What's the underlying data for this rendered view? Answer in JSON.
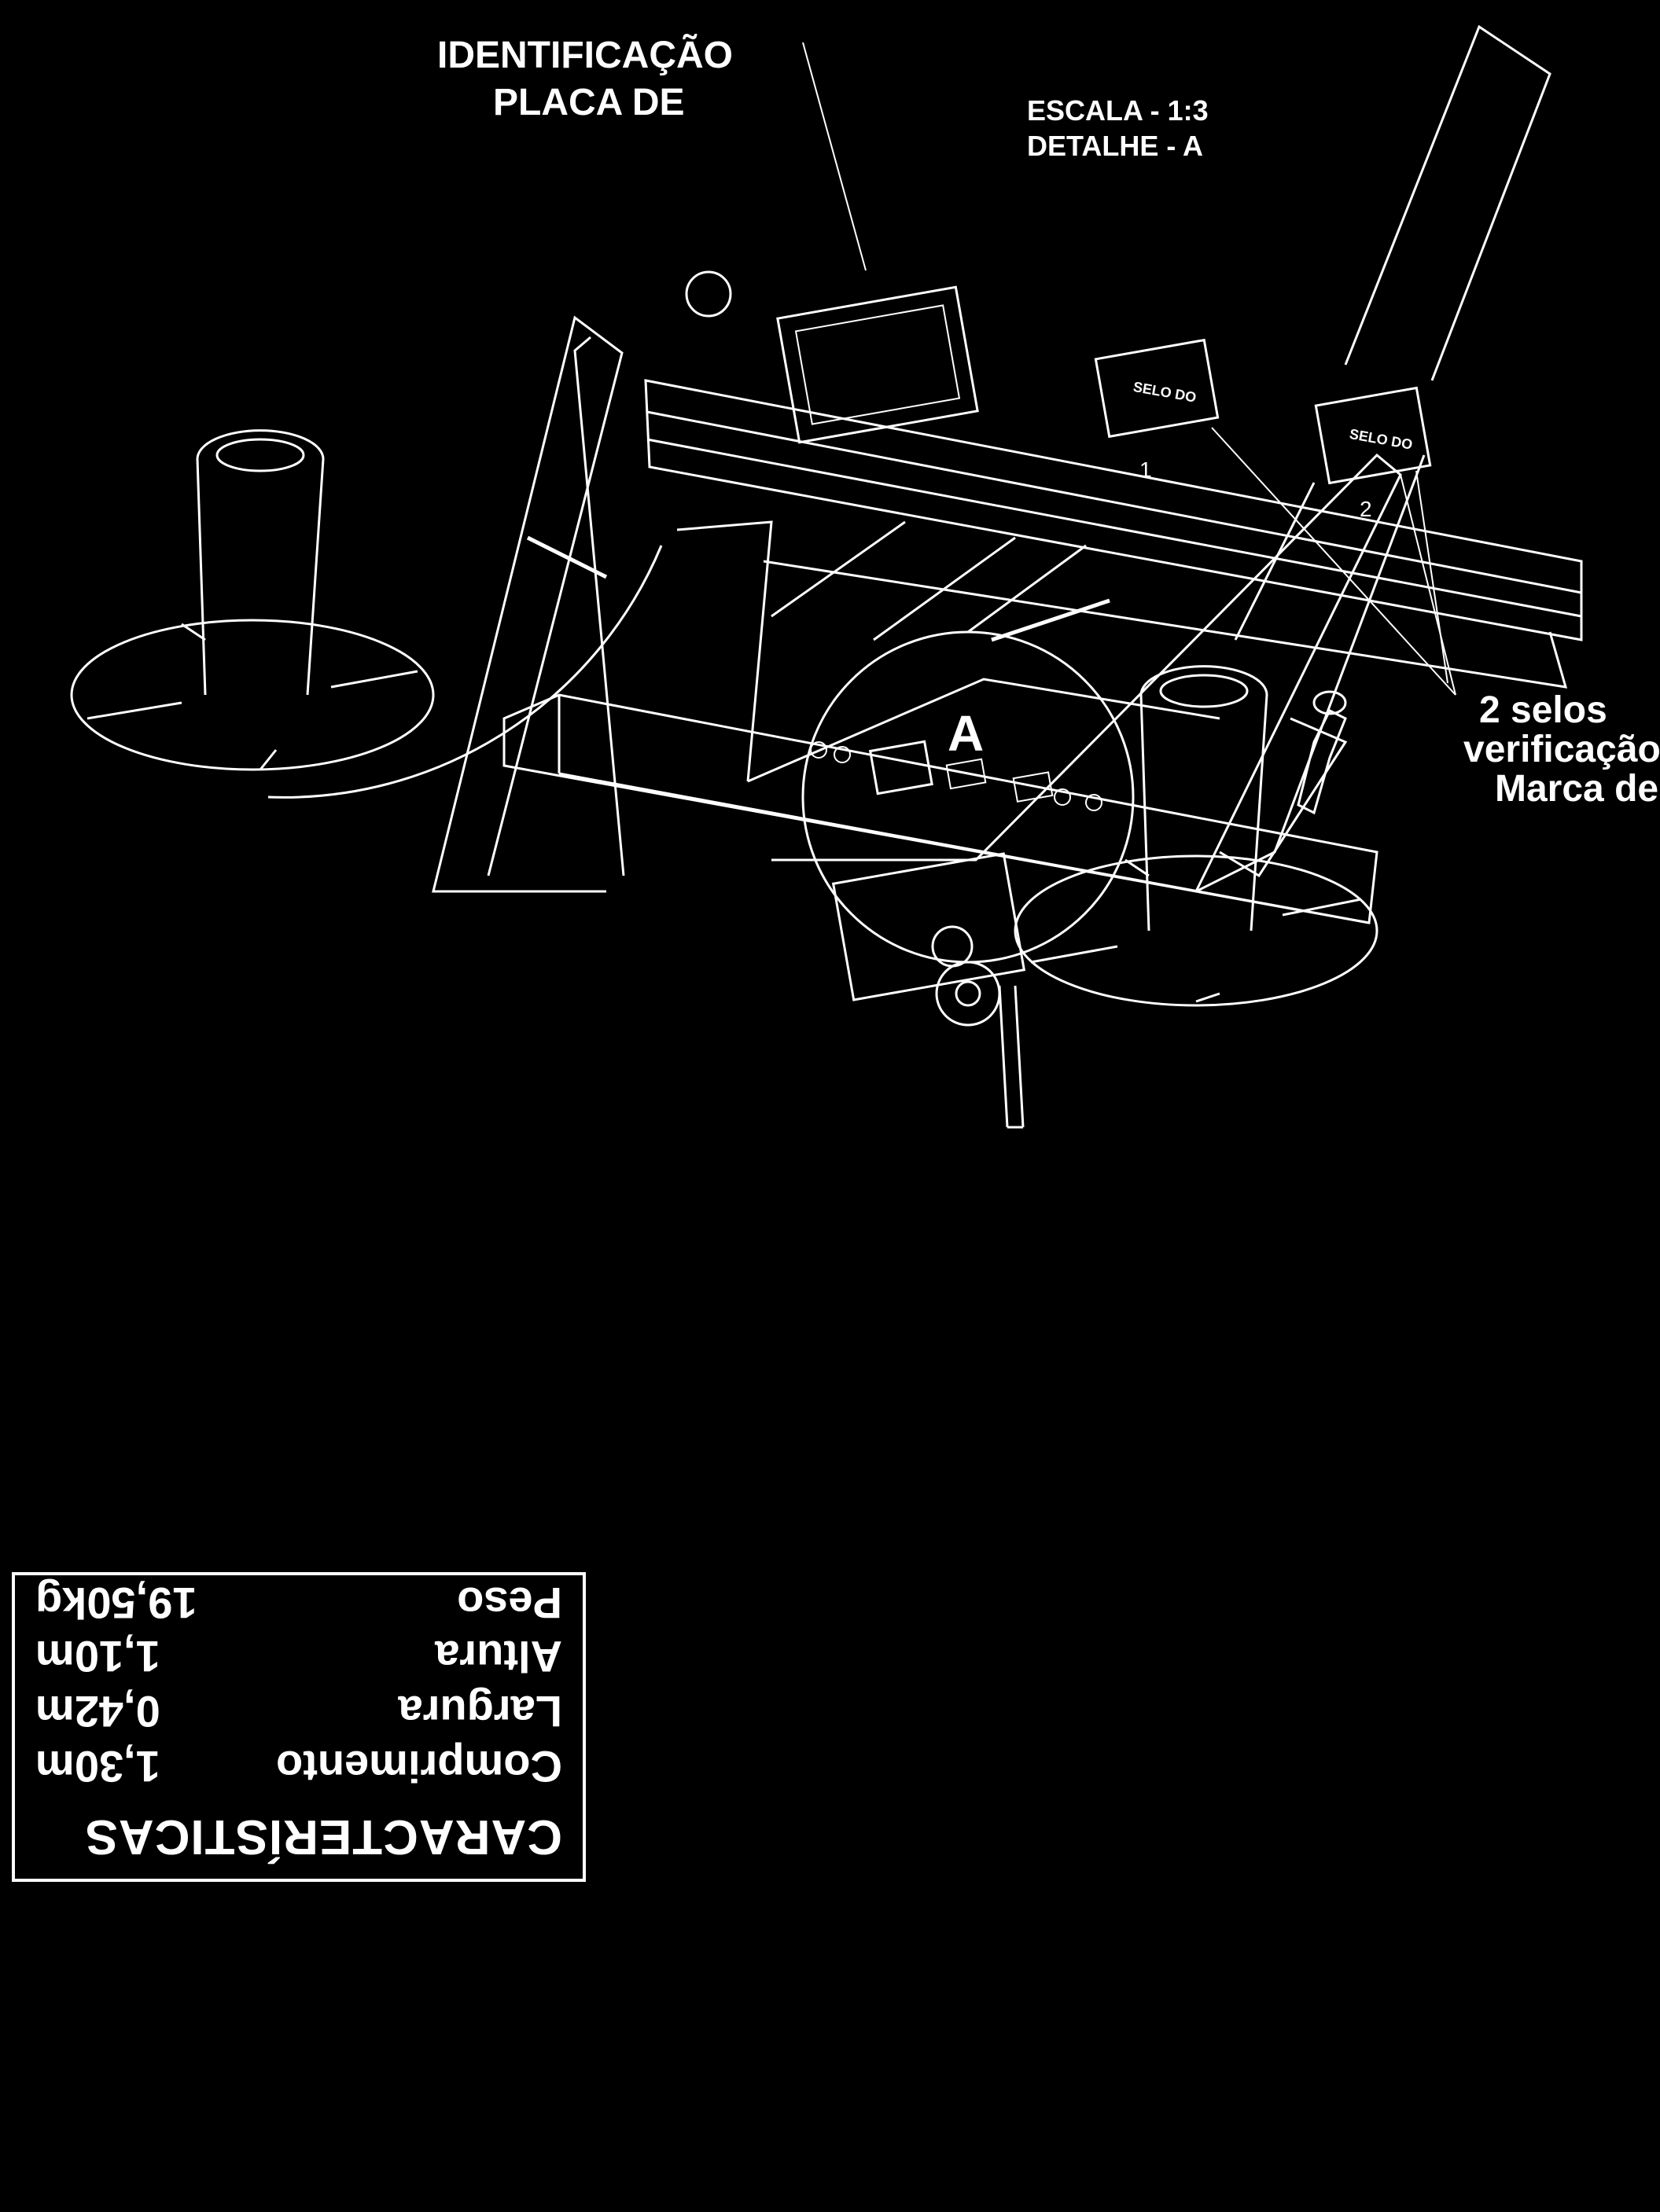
{
  "detail": {
    "marker": "A",
    "title": "DETALHE - A",
    "scale": "ESCALA - 1:3"
  },
  "labels": {
    "plate_line1": "PLACA DE",
    "plate_line2": "IDENTIFICAÇÃO",
    "mark_line1": "Marca de",
    "mark_line2": "verificação",
    "mark_line3": "2 selos",
    "seal_1": "1",
    "seal_2": "2",
    "seal_text": "SELO DO"
  },
  "specs": {
    "title": "CARACTERÍSTICAS",
    "rows": [
      {
        "label": "Comprimento",
        "value": "1,30m"
      },
      {
        "label": "Largura",
        "value": "0,42m"
      },
      {
        "label": "Altura",
        "value": "1,10m"
      },
      {
        "label": "Peso",
        "value": "19,50kg"
      }
    ]
  }
}
